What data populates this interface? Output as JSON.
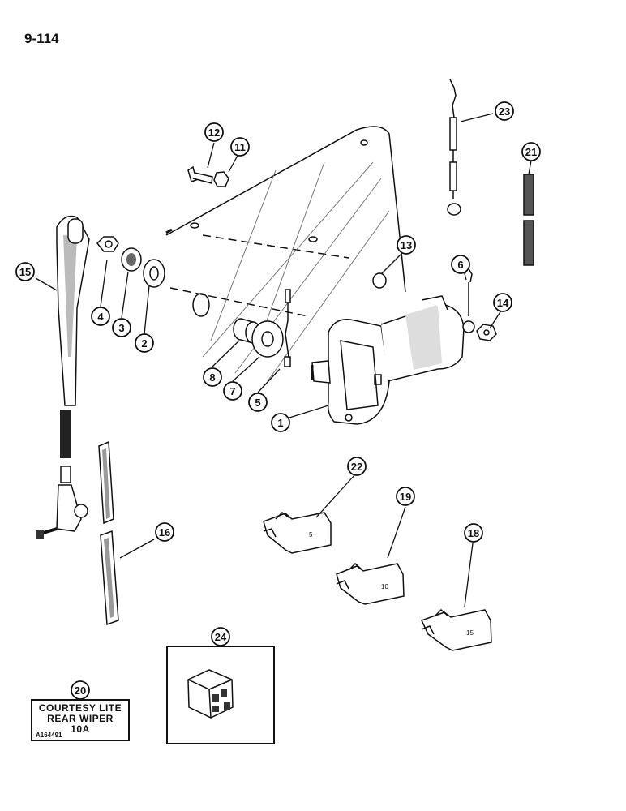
{
  "page_number": "9-114",
  "callouts": [
    "1",
    "2",
    "3",
    "4",
    "5",
    "6",
    "7",
    "8",
    "11",
    "12",
    "13",
    "14",
    "15",
    "16",
    "18",
    "19",
    "20",
    "21",
    "22",
    "23",
    "24"
  ],
  "decal": {
    "line1": "COURTESY LITE",
    "line2": "REAR WIPER",
    "line3": "10A",
    "code": "A164491"
  },
  "fuse_ratings": [
    "5",
    "10",
    "15"
  ],
  "colors": {
    "ink": "#111111",
    "shade": "#555555",
    "paper": "#ffffff"
  }
}
